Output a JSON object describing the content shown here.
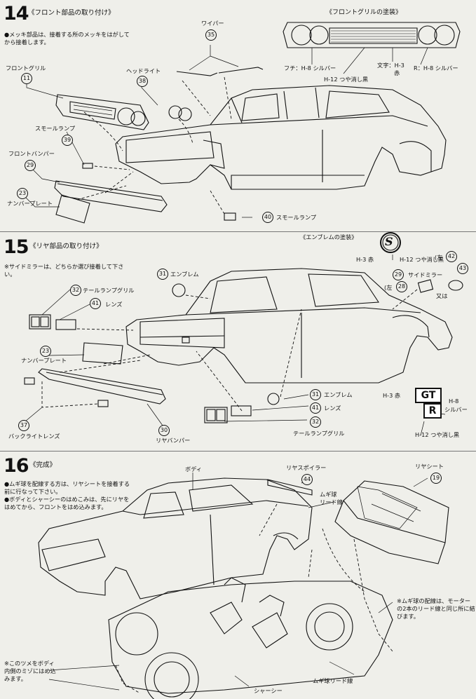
{
  "step14": {
    "number": "14",
    "title": "《フロント部品の取り付け》",
    "note": "●メッキ部品は、接着する所のメッキをはがしてから接着します。",
    "grille_paint_title": "《フロントグリルの塗装》",
    "grille_labels": {
      "edge": "フチ：H-8 シルバー",
      "mesh": "H-12 つや消し黒",
      "letters": "文字：H-3",
      "letters_color": "赤",
      "r": "R：H-8 シルバー"
    },
    "parts": [
      {
        "name": "ワイパー",
        "num": "35"
      },
      {
        "name": "ヘッドライト",
        "num": "38"
      },
      {
        "name": "フロントグリル",
        "num": "11"
      },
      {
        "name": "スモールランプ",
        "num": "39"
      },
      {
        "name": "フロントバンパー",
        "num": "29"
      },
      {
        "name": "ナンバープレート",
        "num": "23"
      },
      {
        "name": "スモールランプ",
        "num": "40"
      }
    ]
  },
  "step15": {
    "number": "15",
    "title": "《リヤ部品の取り付け》",
    "note": "※サイドミラーは、どちらか選び接着して下さい。",
    "emblem_title": "《エンブレムの塗装》",
    "emblem_letter": "S",
    "emblem_labels": {
      "red": "H-3 赤",
      "black": "H-12 つや消し黒"
    },
    "mirror": {
      "name": "サイドミラー",
      "num": "29",
      "left": "(左",
      "left_num": "28",
      "left2": "(左",
      "left2_num": "42",
      "alt_num": "43",
      "or": "又は"
    },
    "parts": [
      {
        "name": "エンブレム",
        "num": "31"
      },
      {
        "name": "テールランプグリル",
        "num": "32"
      },
      {
        "name": "レンズ",
        "num": "41"
      },
      {
        "name": "ナンバープレート",
        "num": "23"
      },
      {
        "name": "バックライトレンズ",
        "num": "37"
      },
      {
        "name": "リヤバンパー",
        "num": "30"
      },
      {
        "name": "エンブレム",
        "num": "31"
      },
      {
        "name": "レンズ",
        "num": "41"
      },
      {
        "name": "テールランプグリル",
        "num": "32"
      }
    ],
    "gtr": {
      "g": "GT",
      "r": "R",
      "red": "H-3 赤",
      "silver_code": "H-8",
      "silver": "シルバー",
      "black": "H-12 つや消し黒"
    }
  },
  "step16": {
    "number": "16",
    "title": "《完成》",
    "notes": [
      "●ムギ球を配線する方は、リヤシートを接着する前に行なって下さい。",
      "●ボディとシャーシーのはめこみは、先にリヤをはめてから、フロントをはめ込みます。"
    ],
    "labels": {
      "body": "ボディ",
      "spoiler": "リヤスポイラー",
      "spoiler_num": "44",
      "bulb_wire": "ムギ球",
      "bulb_wire2": "リード線",
      "rear_seat": "リヤシート",
      "rear_seat_num": "19",
      "chassis": "シャーシー",
      "bulb_lead": "ムギ球リード線",
      "wiring_note": "※ムギ球の配線は、モーターの2本のリード線と同じ所に結びます。",
      "tab_note": "※このツメをボディ内側のミゾにはめ込みます。"
    }
  }
}
